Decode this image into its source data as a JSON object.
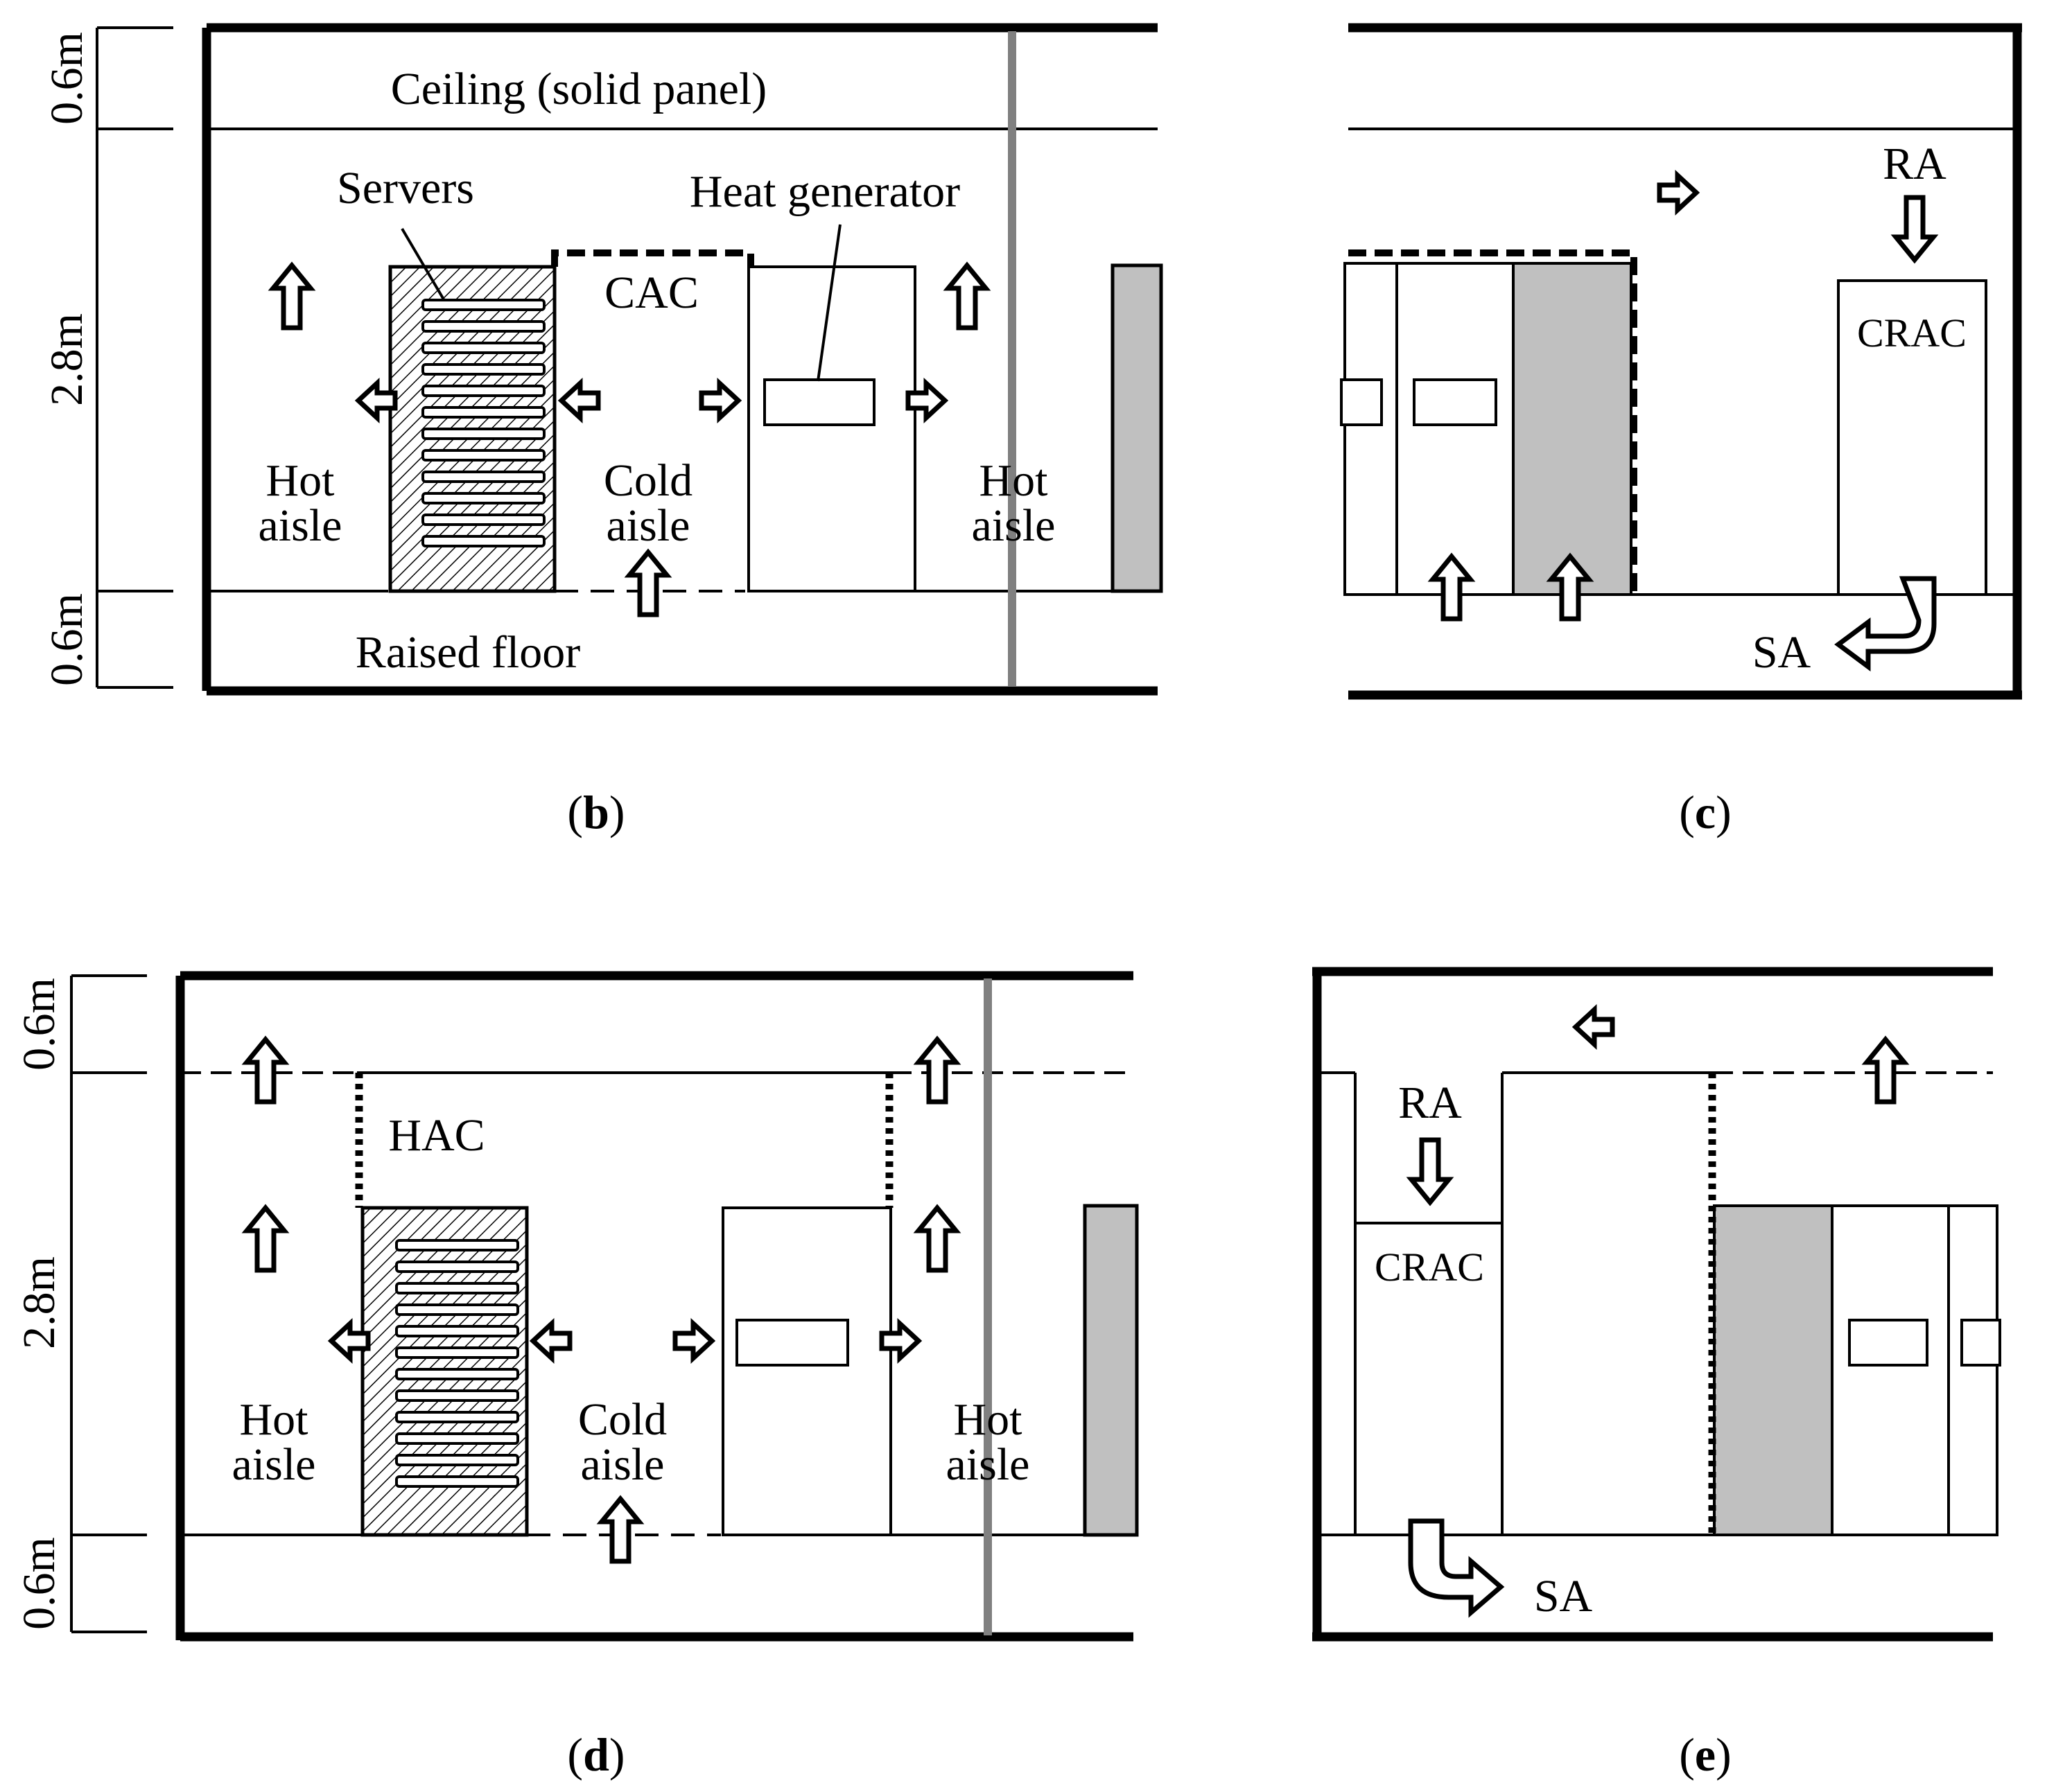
{
  "panels": {
    "b": {
      "caption_open": "(",
      "caption_letter": "b",
      "caption_close": ")",
      "dim_top": "0.6m",
      "dim_mid": "2.8m",
      "dim_bot": "0.6m",
      "ceiling": "Ceiling (solid panel)",
      "servers": "Servers",
      "heat_generator": "Heat generator",
      "containment": "CAC",
      "hot_aisle_left_1": "Hot",
      "hot_aisle_left_2": "aisle",
      "cold_aisle_1": "Cold",
      "cold_aisle_2": "aisle",
      "hot_aisle_right_1": "Hot",
      "hot_aisle_right_2": "aisle",
      "raised_floor": "Raised floor"
    },
    "c": {
      "caption_open": "(",
      "caption_letter": "c",
      "caption_close": ")",
      "ra": "RA",
      "crac": "CRAC",
      "sa": "SA"
    },
    "d": {
      "caption_open": "(",
      "caption_letter": "d",
      "caption_close": ")",
      "dim_top": "0.6m",
      "dim_mid": "2.8m",
      "dim_bot": "0.6m",
      "containment": "HAC",
      "hot_aisle_left_1": "Hot",
      "hot_aisle_left_2": "aisle",
      "cold_aisle_1": "Cold",
      "cold_aisle_2": "aisle",
      "hot_aisle_right_1": "Hot",
      "hot_aisle_right_2": "aisle"
    },
    "e": {
      "caption_open": "(",
      "caption_letter": "e",
      "caption_close": ")",
      "ra": "RA",
      "crac": "CRAC",
      "sa": "SA"
    }
  },
  "colors": {
    "line": "#000000",
    "rack_gray": "#c0c0c0",
    "divider_gray": "#808080"
  }
}
